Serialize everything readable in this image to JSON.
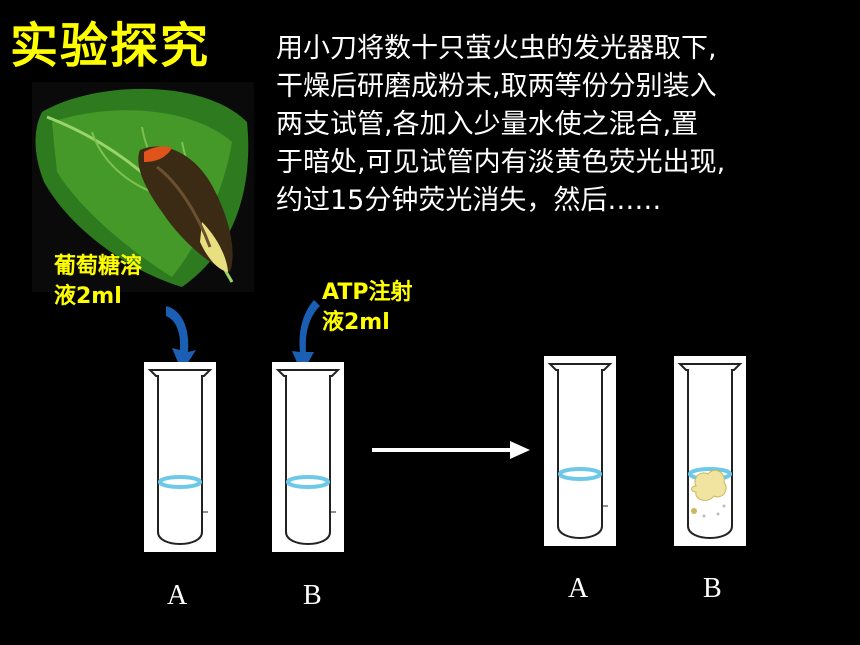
{
  "slide": {
    "title": "实验探究",
    "description_lines": [
      "用小刀将数十只萤火虫的发光器取下,",
      "干燥后研磨成粉末,取两等份分别装入",
      "两支试管,各加入少量水使之混合,置",
      "于暗处,可见试管内有淡黄色荧光出现,",
      "约过15分钟荧光消失，然后……"
    ],
    "photo_icon": "firefly-on-leaf-photo"
  },
  "labels": {
    "glucose_line1": "葡萄糖溶",
    "glucose_line2": "液2ml",
    "atp_line1": "ATP注射",
    "atp_line2": "液2ml"
  },
  "tubes": {
    "before_a": "A",
    "before_b": "B",
    "after_a": "A",
    "after_b": "B"
  },
  "colors": {
    "title": "#ffff00",
    "label": "#ffff00",
    "arrow_blue": "#1a5fb4",
    "liquid": "#6ec8e8",
    "glow": "#f0e4a0"
  }
}
